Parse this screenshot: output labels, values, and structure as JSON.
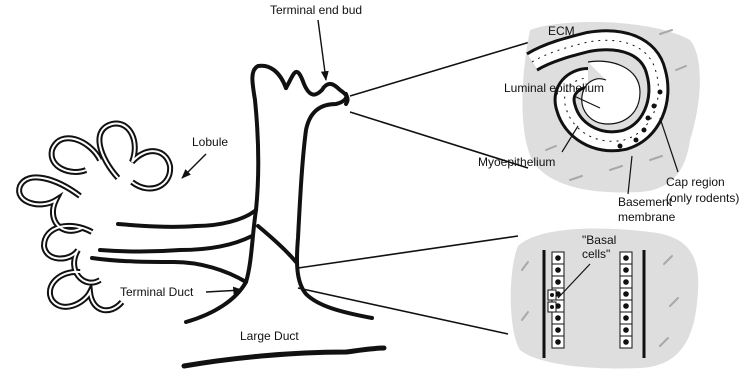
{
  "labels": {
    "terminal_end_bud": "Terminal end bud",
    "lobule": "Lobule",
    "terminal_duct": "Terminal Duct",
    "large_duct": "Large Duct",
    "ecm": "ECM",
    "luminal_epithelium": "Luminal epithelium",
    "myoepithelium": "Myoepithelium",
    "basement_line1": "Basement",
    "basement_line2": "membrane",
    "cap_line1": "Cap region",
    "cap_line2": "(only rodents)",
    "basal_line1": "\"Basal",
    "basal_line2": "cells\""
  },
  "colors": {
    "outline": "#111111",
    "stroma": "#dedede",
    "cell_fill": "#ffffff",
    "nucleus": "#111111",
    "fibroblast": "#a8a8a8"
  }
}
